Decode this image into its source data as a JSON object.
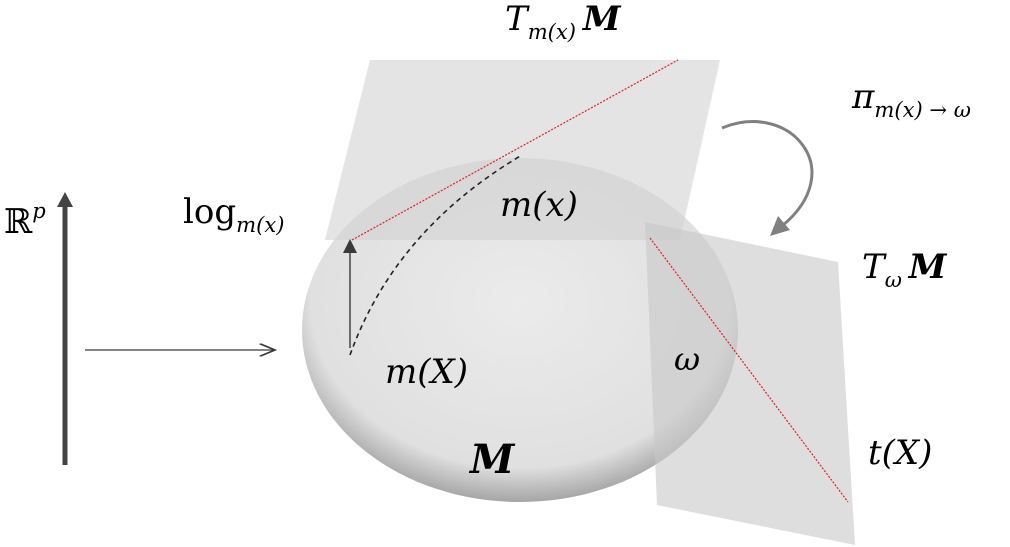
{
  "labels": {
    "tangent_mx": {
      "T": "T",
      "sub": "m(x)",
      "manifold": "M"
    },
    "transport": {
      "pi": "π",
      "sub": "m(x) → ω"
    },
    "tangent_omega": {
      "T": "T",
      "sub": "ω",
      "manifold": "M"
    },
    "log": {
      "text": "log",
      "sub": "m(x)"
    },
    "Rp": {
      "R": "ℝ",
      "sup": "p"
    },
    "mx": "m(x)",
    "mX": "m(X)",
    "omega": "ω",
    "manifold": "M",
    "tX": "t(X)"
  },
  "colors": {
    "plane": "#dcdcdc",
    "ellipse": "#e6e6e6",
    "ellipse_edge": "#a0a0a0",
    "geodesic_red": "#e02020",
    "arrow_dark": "#3a3a3a",
    "curved_arrow": "#808080"
  }
}
